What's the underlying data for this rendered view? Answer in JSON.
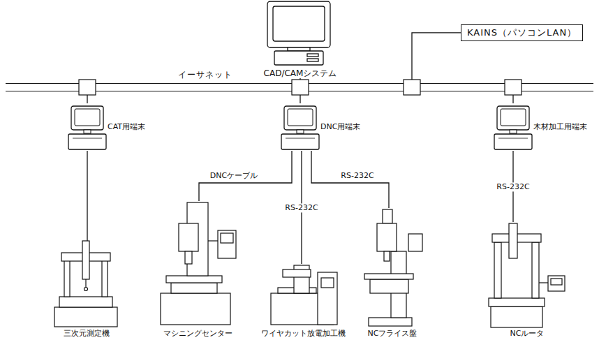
{
  "diagram": {
    "nodes": [
      {
        "text": [
          "CAD/CAMシステム"
        ]
      },
      {
        "text": [
          "KAINS（パソコンLAN）"
        ]
      },
      {
        "text": [
          "イーサネット"
        ]
      },
      {
        "text": [
          "CAT用端末"
        ]
      },
      {
        "text": [
          "DNC用端末"
        ]
      },
      {
        "text": [
          "木材加工用端末"
        ]
      },
      {
        "text": [
          "三次元測定機"
        ]
      },
      {
        "text": [
          "マシニングセンター"
        ]
      },
      {
        "text": [
          "ワイヤカット放電加工機"
        ]
      },
      {
        "text": [
          "NCフライス盤"
        ]
      },
      {
        "text": [
          "NCルータ"
        ]
      }
    ],
    "edges": [
      {
        "from": 2,
        "to": 0,
        "arrow": "none"
      },
      {
        "from": 2,
        "to": 1,
        "arrow": "none"
      },
      {
        "from": 2,
        "to": 3,
        "arrow": "none"
      },
      {
        "from": 2,
        "to": 4,
        "arrow": "none"
      },
      {
        "from": 2,
        "to": 5,
        "arrow": "none"
      },
      {
        "from": 3,
        "to": 6,
        "arrow": "none"
      },
      {
        "from": 4,
        "to": 7,
        "label": "DNCケーブル",
        "arrow": "none"
      },
      {
        "from": 4,
        "to": 8,
        "label": "RS-232C",
        "arrow": "none"
      },
      {
        "from": 4,
        "to": 9,
        "label": "RS-232C",
        "arrow": "none"
      },
      {
        "from": 5,
        "to": 10,
        "label": "RS-232C",
        "arrow": "none"
      }
    ]
  }
}
